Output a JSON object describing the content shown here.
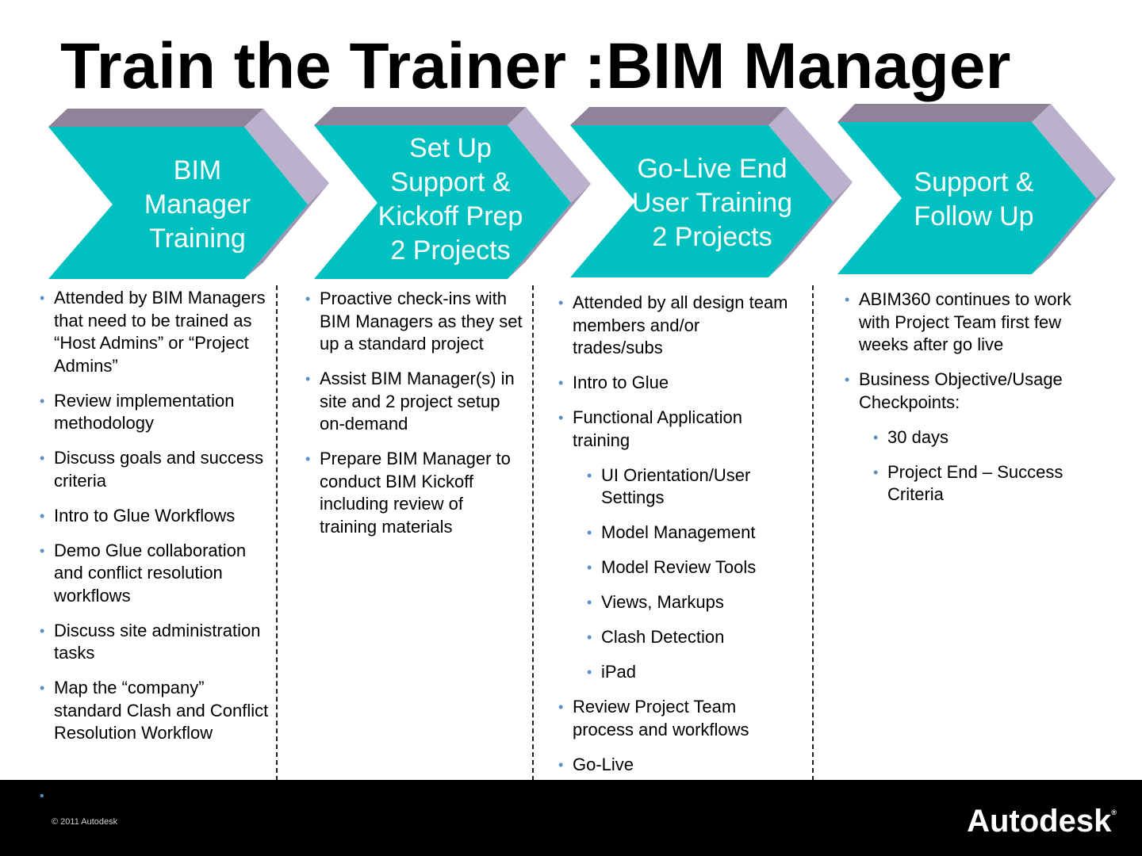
{
  "title": "Train the Trainer :BIM Manager",
  "colors": {
    "chevron_face": "#00c0c0",
    "chevron_top": "#8f8299",
    "chevron_side": "#bab1cd",
    "bullet": "#5b8fc7"
  },
  "stages": [
    {
      "label": "BIM\nManager\nTraining",
      "bullets": [
        {
          "text": "Attended by BIM Managers that need to be trained as “Host Admins” or “Project Admins”",
          "level": 1
        },
        {
          "text": "Review implementation methodology",
          "level": 1
        },
        {
          "text": "Discuss goals and success criteria",
          "level": 1
        },
        {
          "text": "Intro to Glue Workflows",
          "level": 1
        },
        {
          "text": "Demo Glue collaboration and conflict resolution workflows",
          "level": 1
        },
        {
          "text": "Discuss site administration tasks",
          "level": 1
        },
        {
          "text": "Map the “company” standard Clash and Conflict Resolution Workflow",
          "level": 1
        }
      ]
    },
    {
      "label": "Set Up\nSupport  &\nKickoff Prep\n2 Projects",
      "bullets": [
        {
          "text": "Proactive check-ins with BIM Managers as they set up a standard project",
          "level": 1
        },
        {
          "text": "Assist BIM Manager(s) in site and 2 project setup on-demand",
          "level": 1
        },
        {
          "text": "Prepare BIM Manager to conduct BIM Kickoff including review of training materials",
          "level": 1
        }
      ]
    },
    {
      "label": "Go-Live End\nUser Training\n2 Projects",
      "bullets": [
        {
          "text": "Attended by all design team members and/or trades/subs",
          "level": 1
        },
        {
          "text": "Intro to Glue",
          "level": 1
        },
        {
          "text": "Functional Application training",
          "level": 1
        },
        {
          "text": "UI Orientation/User Settings",
          "level": 2
        },
        {
          "text": "Model Management",
          "level": 2
        },
        {
          "text": "Model Review Tools",
          "level": 2
        },
        {
          "text": "Views, Markups",
          "level": 2
        },
        {
          "text": "Clash Detection",
          "level": 2
        },
        {
          "text": "iPad",
          "level": 2
        },
        {
          "text": "Review Project Team process and workflows",
          "level": 1
        },
        {
          "text": "Go-Live",
          "level": 1
        }
      ]
    },
    {
      "label": "Support &\nFollow Up",
      "bullets": [
        {
          "text": "ABIM360 continues to work with Project Team first few weeks after go live",
          "level": 1
        },
        {
          "text": "Business Objective/Usage Checkpoints:",
          "level": 1
        },
        {
          "text": "30 days",
          "level": 2
        },
        {
          "text": "Project End – Success Criteria",
          "level": 2
        }
      ]
    }
  ],
  "footer": {
    "copyright": "© 2011 Autodesk",
    "logo": "Autodesk",
    "logo_mark": "®"
  }
}
